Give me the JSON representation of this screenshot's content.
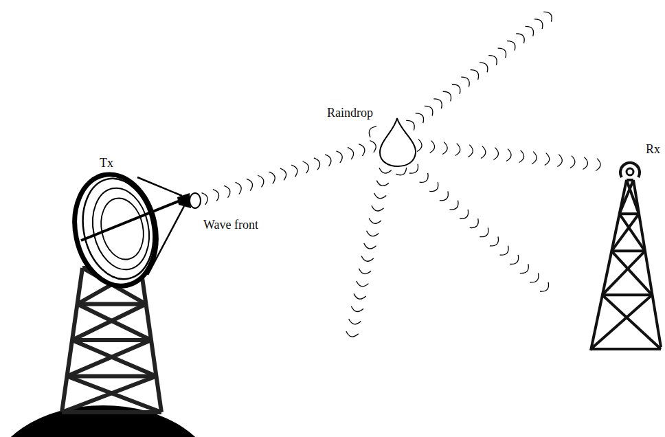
{
  "diagram": {
    "labels": [
      "Tx",
      "Wave front",
      "Raindrop",
      "Rx"
    ]
  }
}
